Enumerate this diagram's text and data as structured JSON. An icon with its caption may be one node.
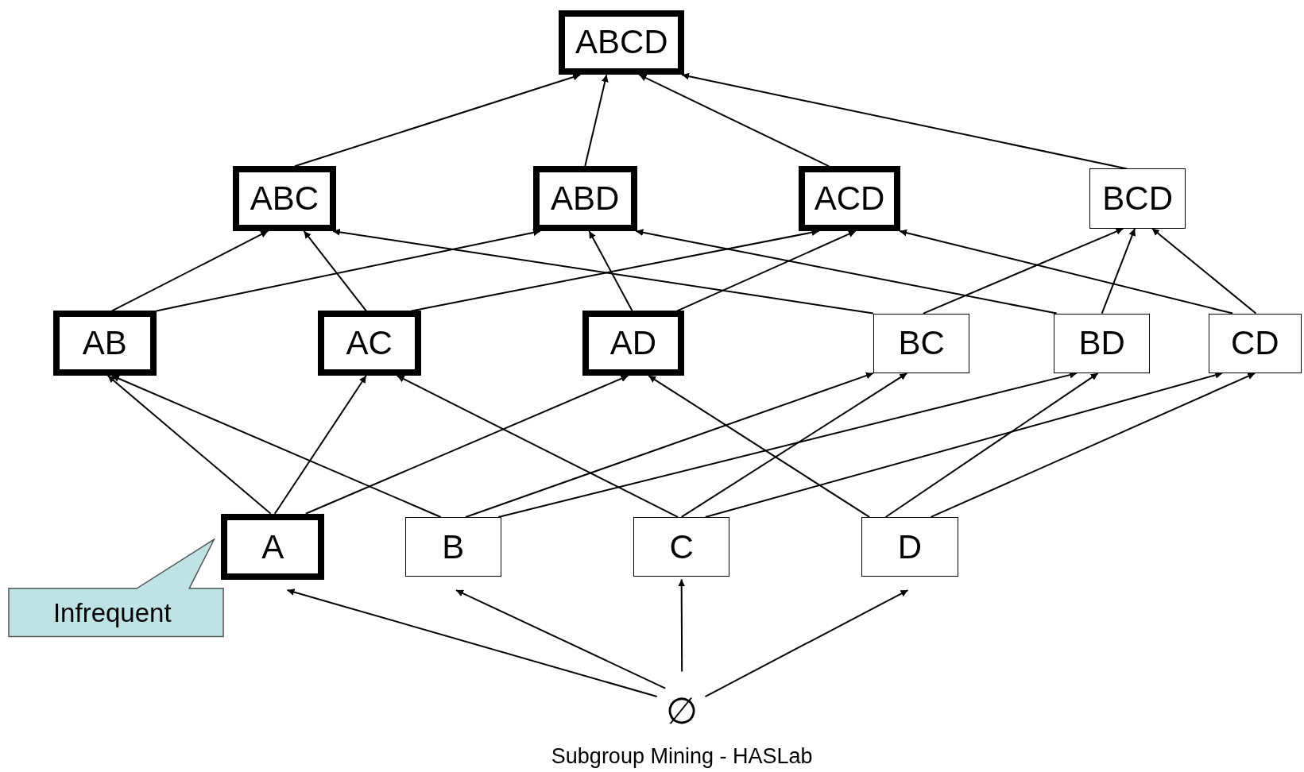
{
  "diagram": {
    "nodes": [
      {
        "text": [
          "ABCD"
        ]
      },
      {
        "text": [
          "ABC"
        ]
      },
      {
        "text": [
          "ABD"
        ]
      },
      {
        "text": [
          "ACD"
        ]
      },
      {
        "text": [
          "BCD"
        ]
      },
      {
        "text": [
          "AB"
        ]
      },
      {
        "text": [
          "AC"
        ]
      },
      {
        "text": [
          "AD"
        ]
      },
      {
        "text": [
          "BC"
        ]
      },
      {
        "text": [
          "BD"
        ]
      },
      {
        "text": [
          "CD"
        ]
      },
      {
        "text": [
          "A"
        ]
      },
      {
        "text": [
          "B"
        ]
      },
      {
        "text": [
          "C"
        ]
      },
      {
        "text": [
          "D"
        ]
      },
      {
        "text": [
          "∅"
        ]
      },
      {
        "text": [
          "Infrequent"
        ]
      }
    ],
    "edges": [
      {
        "from": 1,
        "to": 0,
        "arrow": "to"
      },
      {
        "from": 2,
        "to": 0,
        "arrow": "to"
      },
      {
        "from": 3,
        "to": 0,
        "arrow": "to"
      },
      {
        "from": 4,
        "to": 0,
        "arrow": "to"
      },
      {
        "from": 5,
        "to": 1,
        "arrow": "to"
      },
      {
        "from": 5,
        "to": 2,
        "arrow": "to"
      },
      {
        "from": 6,
        "to": 1,
        "arrow": "to"
      },
      {
        "from": 6,
        "to": 3,
        "arrow": "to"
      },
      {
        "from": 7,
        "to": 2,
        "arrow": "to"
      },
      {
        "from": 7,
        "to": 3,
        "arrow": "to"
      },
      {
        "from": 8,
        "to": 1,
        "arrow": "to"
      },
      {
        "from": 8,
        "to": 4,
        "arrow": "to"
      },
      {
        "from": 9,
        "to": 2,
        "arrow": "to"
      },
      {
        "from": 9,
        "to": 4,
        "arrow": "to"
      },
      {
        "from": 10,
        "to": 3,
        "arrow": "to"
      },
      {
        "from": 10,
        "to": 4,
        "arrow": "to"
      },
      {
        "from": 11,
        "to": 5,
        "arrow": "to"
      },
      {
        "from": 11,
        "to": 6,
        "arrow": "to"
      },
      {
        "from": 11,
        "to": 7,
        "arrow": "to"
      },
      {
        "from": 12,
        "to": 5,
        "arrow": "to"
      },
      {
        "from": 12,
        "to": 8,
        "arrow": "to"
      },
      {
        "from": 12,
        "to": 9,
        "arrow": "to"
      },
      {
        "from": 13,
        "to": 6,
        "arrow": "to"
      },
      {
        "from": 13,
        "to": 8,
        "arrow": "to"
      },
      {
        "from": 13,
        "to": 10,
        "arrow": "to"
      },
      {
        "from": 14,
        "to": 7,
        "arrow": "to"
      },
      {
        "from": 14,
        "to": 9,
        "arrow": "to"
      },
      {
        "from": 14,
        "to": 10,
        "arrow": "to"
      },
      {
        "from": 15,
        "to": 11,
        "arrow": "to"
      },
      {
        "from": 15,
        "to": 12,
        "arrow": "to"
      },
      {
        "from": 15,
        "to": 13,
        "arrow": "to"
      },
      {
        "from": 15,
        "to": 14,
        "arrow": "to"
      }
    ],
    "labels": [
      "Subgroup Mining - HASLab"
    ]
  }
}
